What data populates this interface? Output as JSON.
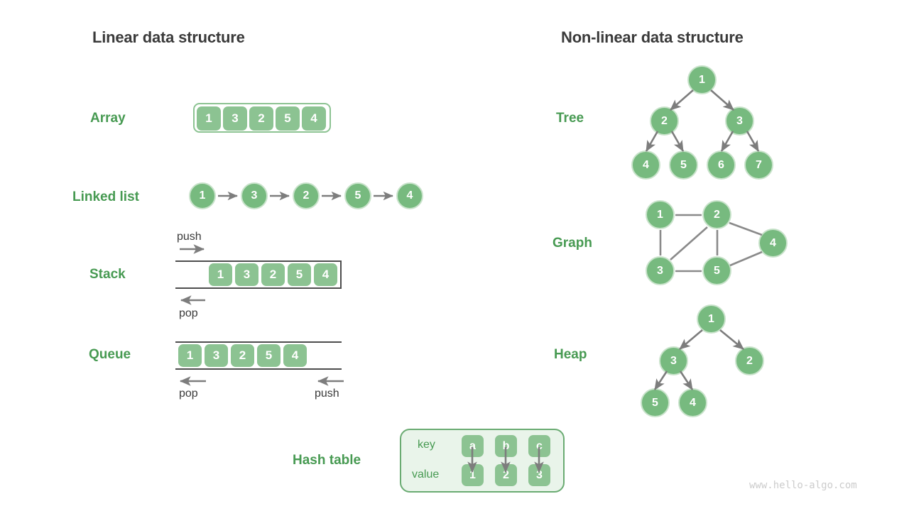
{
  "titles": {
    "linear": "Linear data structure",
    "nonlinear": "Non-linear data structure"
  },
  "labels": {
    "array": "Array",
    "linked_list": "Linked list",
    "stack": "Stack",
    "queue": "Queue",
    "hash_table": "Hash table",
    "tree": "Tree",
    "graph": "Graph",
    "heap": "Heap"
  },
  "array": {
    "values": [
      "1",
      "3",
      "2",
      "5",
      "4"
    ]
  },
  "linked_list": {
    "values": [
      "1",
      "3",
      "2",
      "5",
      "4"
    ]
  },
  "stack": {
    "values": [
      "1",
      "3",
      "2",
      "5",
      "4"
    ],
    "push_label": "push",
    "pop_label": "pop"
  },
  "queue": {
    "values": [
      "1",
      "3",
      "2",
      "5",
      "4"
    ],
    "pop_label": "pop",
    "push_label": "push"
  },
  "hash_table": {
    "key_label": "key",
    "value_label": "value",
    "keys": [
      "a",
      "b",
      "c"
    ],
    "values": [
      "1",
      "2",
      "3"
    ]
  },
  "tree": {
    "nodes": [
      "1",
      "2",
      "3",
      "4",
      "5",
      "6",
      "7"
    ]
  },
  "graph": {
    "nodes": [
      "1",
      "2",
      "3",
      "4",
      "5"
    ],
    "edges": [
      "1-2",
      "1-3",
      "2-3",
      "2-5",
      "2-4",
      "3-5",
      "5-4"
    ]
  },
  "heap": {
    "nodes": [
      "1",
      "3",
      "2",
      "5",
      "4"
    ]
  },
  "watermark": "www.hello-algo.com",
  "colors": {
    "node_fill": "#77ba7f",
    "node_ring": "#c9e3cb",
    "cell_fill": "#8cc392",
    "label_green": "#479a52",
    "panel_bg": "#e9f4ea",
    "panel_border": "#6aab72",
    "arrow_gray": "#7d7d7d",
    "title_dark": "#3a3a3a",
    "watermark_gray": "#cccccc"
  }
}
